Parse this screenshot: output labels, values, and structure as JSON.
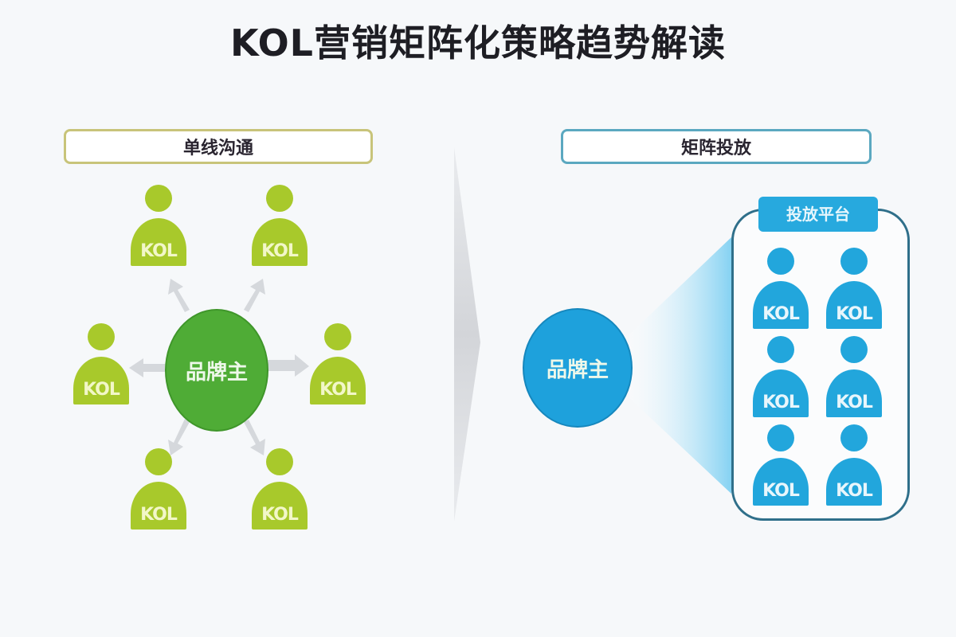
{
  "title": "KOL营销矩阵化策略趋势解读",
  "colors": {
    "background": "#f6f8fa",
    "green_kol": "#a8c92b",
    "green_brand": "#4fac36",
    "blue_kol": "#22a6dc",
    "blue_brand": "#1ea1dc",
    "arrow_gray": "#d5d8dc",
    "beam_blue": "#9edcf5"
  },
  "left_panel": {
    "label": "单线沟通",
    "center": {
      "label": "品牌主"
    },
    "kols": [
      {
        "label": "KOL",
        "position": "top-left"
      },
      {
        "label": "KOL",
        "position": "top-right"
      },
      {
        "label": "KOL",
        "position": "middle-left"
      },
      {
        "label": "KOL",
        "position": "middle-right"
      },
      {
        "label": "KOL",
        "position": "bottom-left"
      },
      {
        "label": "KOL",
        "position": "bottom-right"
      }
    ]
  },
  "right_panel": {
    "label": "矩阵投放",
    "center": {
      "label": "品牌主"
    },
    "platform": {
      "label": "投放平台",
      "kols": [
        {
          "label": "KOL"
        },
        {
          "label": "KOL"
        },
        {
          "label": "KOL"
        },
        {
          "label": "KOL"
        },
        {
          "label": "KOL"
        },
        {
          "label": "KOL"
        }
      ]
    }
  }
}
